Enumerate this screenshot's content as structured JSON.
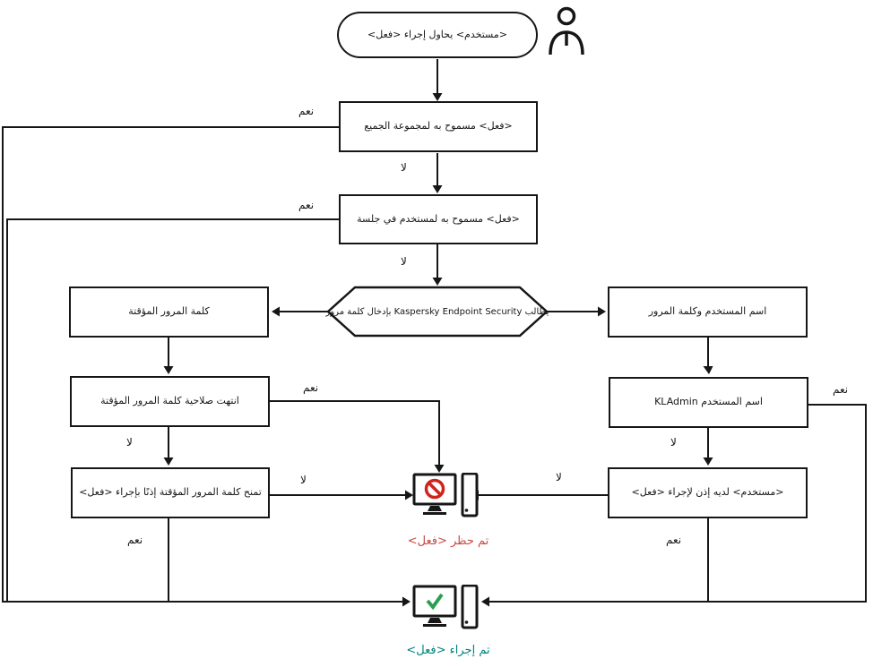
{
  "labels": {
    "yes": "نعم",
    "no": "لا"
  },
  "nodes": {
    "start": "<مستخدم> يحاول إجراء <فعل>",
    "allowed_for_everyone": "<فعل> مسموح به لمجموعة الجميع",
    "allowed_in_session": "<فعل> مسموح به لمستخدم في جلسة",
    "password_prompt": "يطالب Kaspersky Endpoint Security بإدخال كلمة مرور",
    "temp_password": "كلمة المرور المؤقتة",
    "temp_password_expired": "انتهت صلاحية كلمة المرور المؤقتة",
    "temp_password_grants": "تمنح كلمة المرور المؤقتة إذنًا بإجراء <فعل>",
    "username_password": "اسم المستخدم وكلمة المرور",
    "username_is_kladmin": "اسم المستخدم KLAdmin",
    "user_has_permission": "<مستخدم> لديه إذن لإجراء <فعل>"
  },
  "outcomes": {
    "blocked": "تم حظر <فعل>",
    "performed": "تم إجراء <فعل>"
  },
  "icons": {
    "user": "person-icon",
    "blocked": "monitor-blocked-icon",
    "performed": "monitor-check-icon"
  },
  "colors": {
    "line": "#161616",
    "blocked_text": "#c94a43",
    "blocked_symbol": "#d0231c",
    "performed_text": "#008480",
    "performed_check": "#2aa04f"
  }
}
